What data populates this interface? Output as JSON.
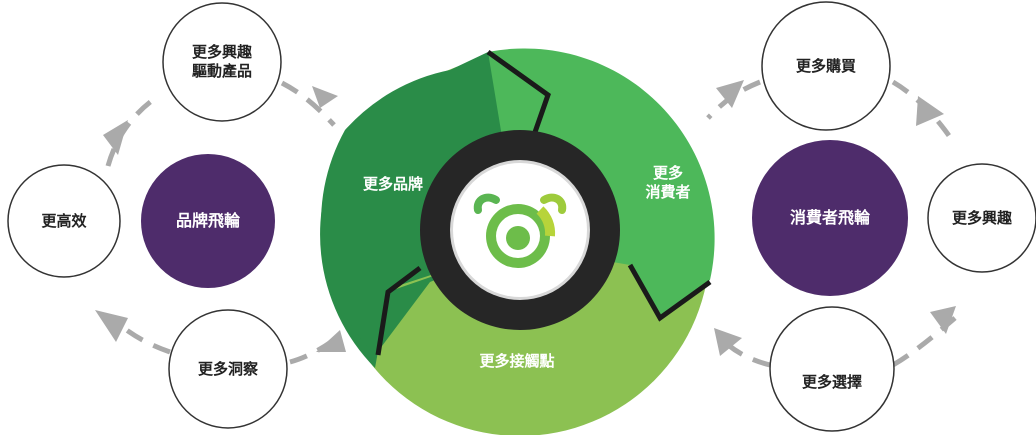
{
  "colors": {
    "segment_dark": "#2a8c48",
    "segment_mid": "#4db85a",
    "segment_light": "#8cc152",
    "hub": "#4e2c6b",
    "arrow": "#aaaaaa",
    "core": "#262626"
  },
  "center": {
    "logo_icon": "owl-eyes-logo-icon",
    "segments": {
      "brands": "更多品牌",
      "consumers": "更多\n消費者",
      "touchpoints": "更多接觸點"
    }
  },
  "left_flywheel": {
    "hub": "品牌飛輪",
    "nodes": {
      "interest_drives_products": "更多興趣\n驅動產品",
      "efficiency": "更高效",
      "insight": "更多洞察"
    }
  },
  "right_flywheel": {
    "hub": "消費者飛輪",
    "nodes": {
      "purchases": "更多購買",
      "interest": "更多興趣",
      "choices": "更多選擇"
    }
  }
}
